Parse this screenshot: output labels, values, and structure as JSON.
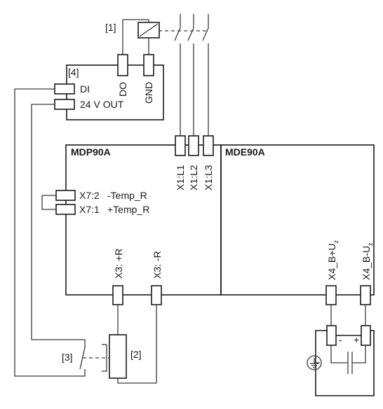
{
  "labels": {
    "relay_ref": "[1]",
    "controller_ref": "[4]",
    "do": "DO",
    "gnd": "GND",
    "di": "DI",
    "out24": "24 V OUT",
    "mdp": "MDP90A",
    "mde": "MDE90A",
    "x1l1": "X1:L1",
    "x1l2": "X1:L2",
    "x1l3": "X1:L3",
    "x72": "X7:2",
    "x72_sig": "-Temp_R",
    "x71": "X7:1",
    "x71_sig": "+Temp_R",
    "x3p": "X3: +R",
    "x3m": "X3: -R",
    "x4a": "X4_B+U",
    "x4b": "X4_B-U",
    "sub_z": "z",
    "switch_ref": "[3]",
    "resistor_ref": "[2]",
    "minus": "-",
    "plus": "+"
  },
  "colors": {
    "line": "#3a3a3a",
    "outline": "#1a1a1a",
    "background": "#ffffff"
  }
}
